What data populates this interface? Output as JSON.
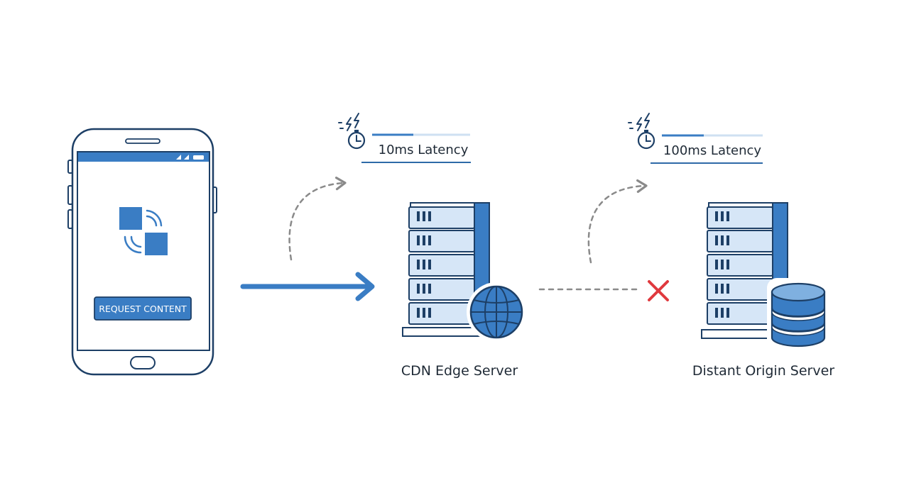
{
  "phone": {
    "button_label": "REQUEST CONTENT"
  },
  "edge": {
    "latency_label": "10ms Latency",
    "server_label": "CDN Edge Server"
  },
  "origin": {
    "latency_label": "100ms Latency",
    "server_label": "Distant Origin Server"
  },
  "colors": {
    "stroke": "#1d3f66",
    "accent_blue": "#3a7dc4",
    "light_blue": "#d6e6f7",
    "mid_blue": "#7fb0e0",
    "dashed_gray": "#8a8a8a",
    "error_red": "#e0393e",
    "text": "#1f2a36"
  }
}
